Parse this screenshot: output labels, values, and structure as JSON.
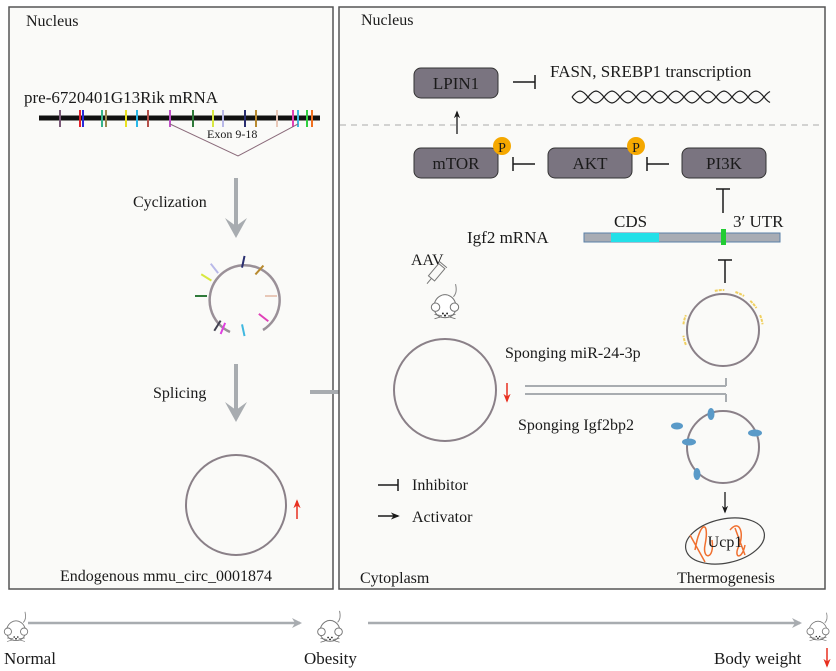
{
  "left_panel": {
    "compartment_label": "Nucleus",
    "pre_mrna_label": "pre-6720401G13Rik mRNA",
    "exon_label": "Exon 9-18",
    "step1_label": "Cyclization",
    "step2_label": "Splicing",
    "circ_label": "Endogenous mmu_circ_0001874",
    "circ_change": "up",
    "exon_colors": [
      "#7a5a78",
      "#e4202a",
      "#2a2ad8",
      "#35b38a",
      "#9a8a50",
      "#e8e020",
      "#29b8e8",
      "#b5504a",
      "#c050c8",
      "#2f7a3a",
      "#d8e840",
      "#b8b8e8",
      "#2a2f70",
      "#b88a30",
      "#e8c8b8",
      "#e040b8",
      "#40b8e0",
      "#30d040",
      "#f07020"
    ],
    "circle_marks": [
      "#2a2f70",
      "#b88a30",
      "#e8c8b8",
      "#e040b8",
      "#40b8e0",
      "#e040e0",
      "#404050",
      "#2f7a3a",
      "#d8e840",
      "#b8b8e8"
    ]
  },
  "right_panel": {
    "nucleus_label": "Nucleus",
    "cytoplasm_label": "Cytoplasm",
    "nodes": {
      "lpin1": "LPIN1",
      "mtor": "mTOR",
      "akt": "AKT",
      "pi3k": "PI3K"
    },
    "phospho_label": "P",
    "transcription_label": "FASN, SREBP1 transcription",
    "igf2_label": "Igf2 mRNA",
    "cds_label": "CDS",
    "utr_label": "3′ UTR",
    "aav_label": "AAV",
    "aav_circ_change": "down",
    "sponge1_label": "Sponging miR-24-3p",
    "sponge2_label": "Sponging Igf2bp2",
    "ucp1_label": "Ucp1",
    "thermo_label": "Thermogenesis",
    "legend": {
      "inhibitor": "Inhibitor",
      "activator": "Activator"
    }
  },
  "timeline": {
    "stages": [
      "Normal",
      "Obesity",
      "Body weight"
    ],
    "final_change": "down"
  },
  "colors": {
    "node_fill": "#7a7480",
    "phospho": "#f5a800",
    "cds": "#22e0e8",
    "utr_site": "#22cc33",
    "mirna": "#f0d060",
    "protein": "#5a9ac8",
    "arrow_gray": "#a8acb0",
    "circ": "#8a8088",
    "red": "#e83020",
    "mito": "#f07030"
  }
}
